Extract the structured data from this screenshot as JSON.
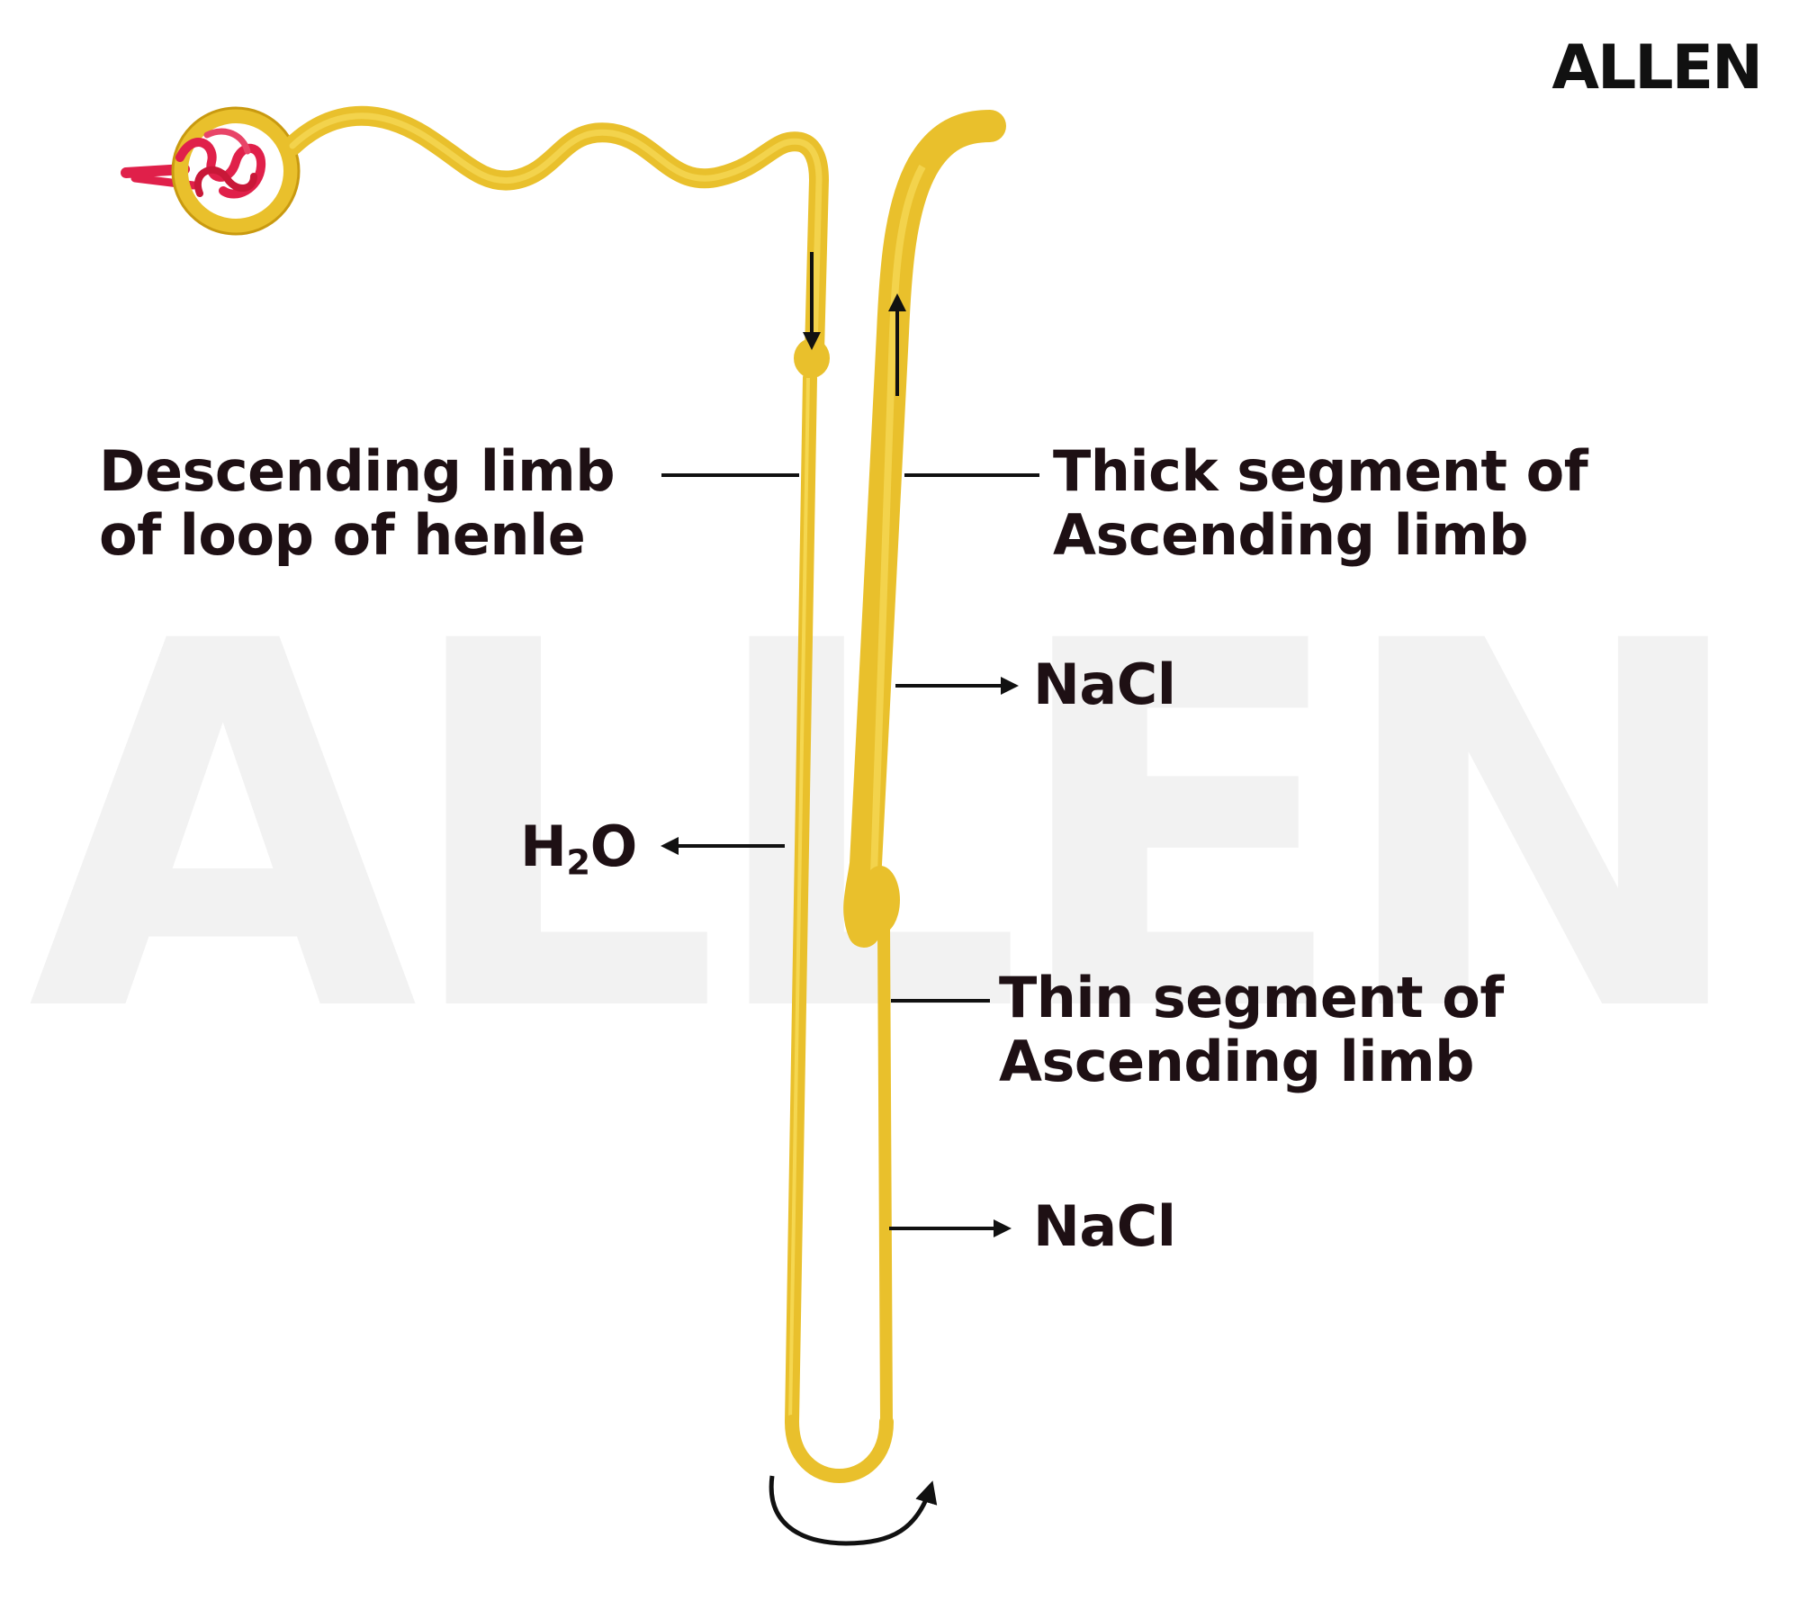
{
  "brand": {
    "logo_text": "ALLEN",
    "watermark_text": "ALLEN",
    "tubule_color": "#e9c02c",
    "tubule_edge_color": "#c99a10",
    "glomerulus_color": "#e0204a",
    "label_color": "#1e1014"
  },
  "labels": {
    "descending_line1": "Descending limb",
    "descending_line2": "of loop of henle",
    "thick_line1": "Thick segment of",
    "thick_line2": "Ascending limb",
    "thin_line1": "Thin segment of",
    "thin_line2": "Ascending limb",
    "nacl_upper": "NaCl",
    "nacl_lower": "NaCl",
    "water_h": "H",
    "water_sub": "2",
    "water_o": "O"
  },
  "icons": {
    "flow_down": "arrow-down-icon",
    "flow_up": "arrow-up-icon",
    "u_turn": "curved-arrow-icon",
    "outflow": "arrow-right-icon",
    "water_out": "arrow-left-icon"
  }
}
